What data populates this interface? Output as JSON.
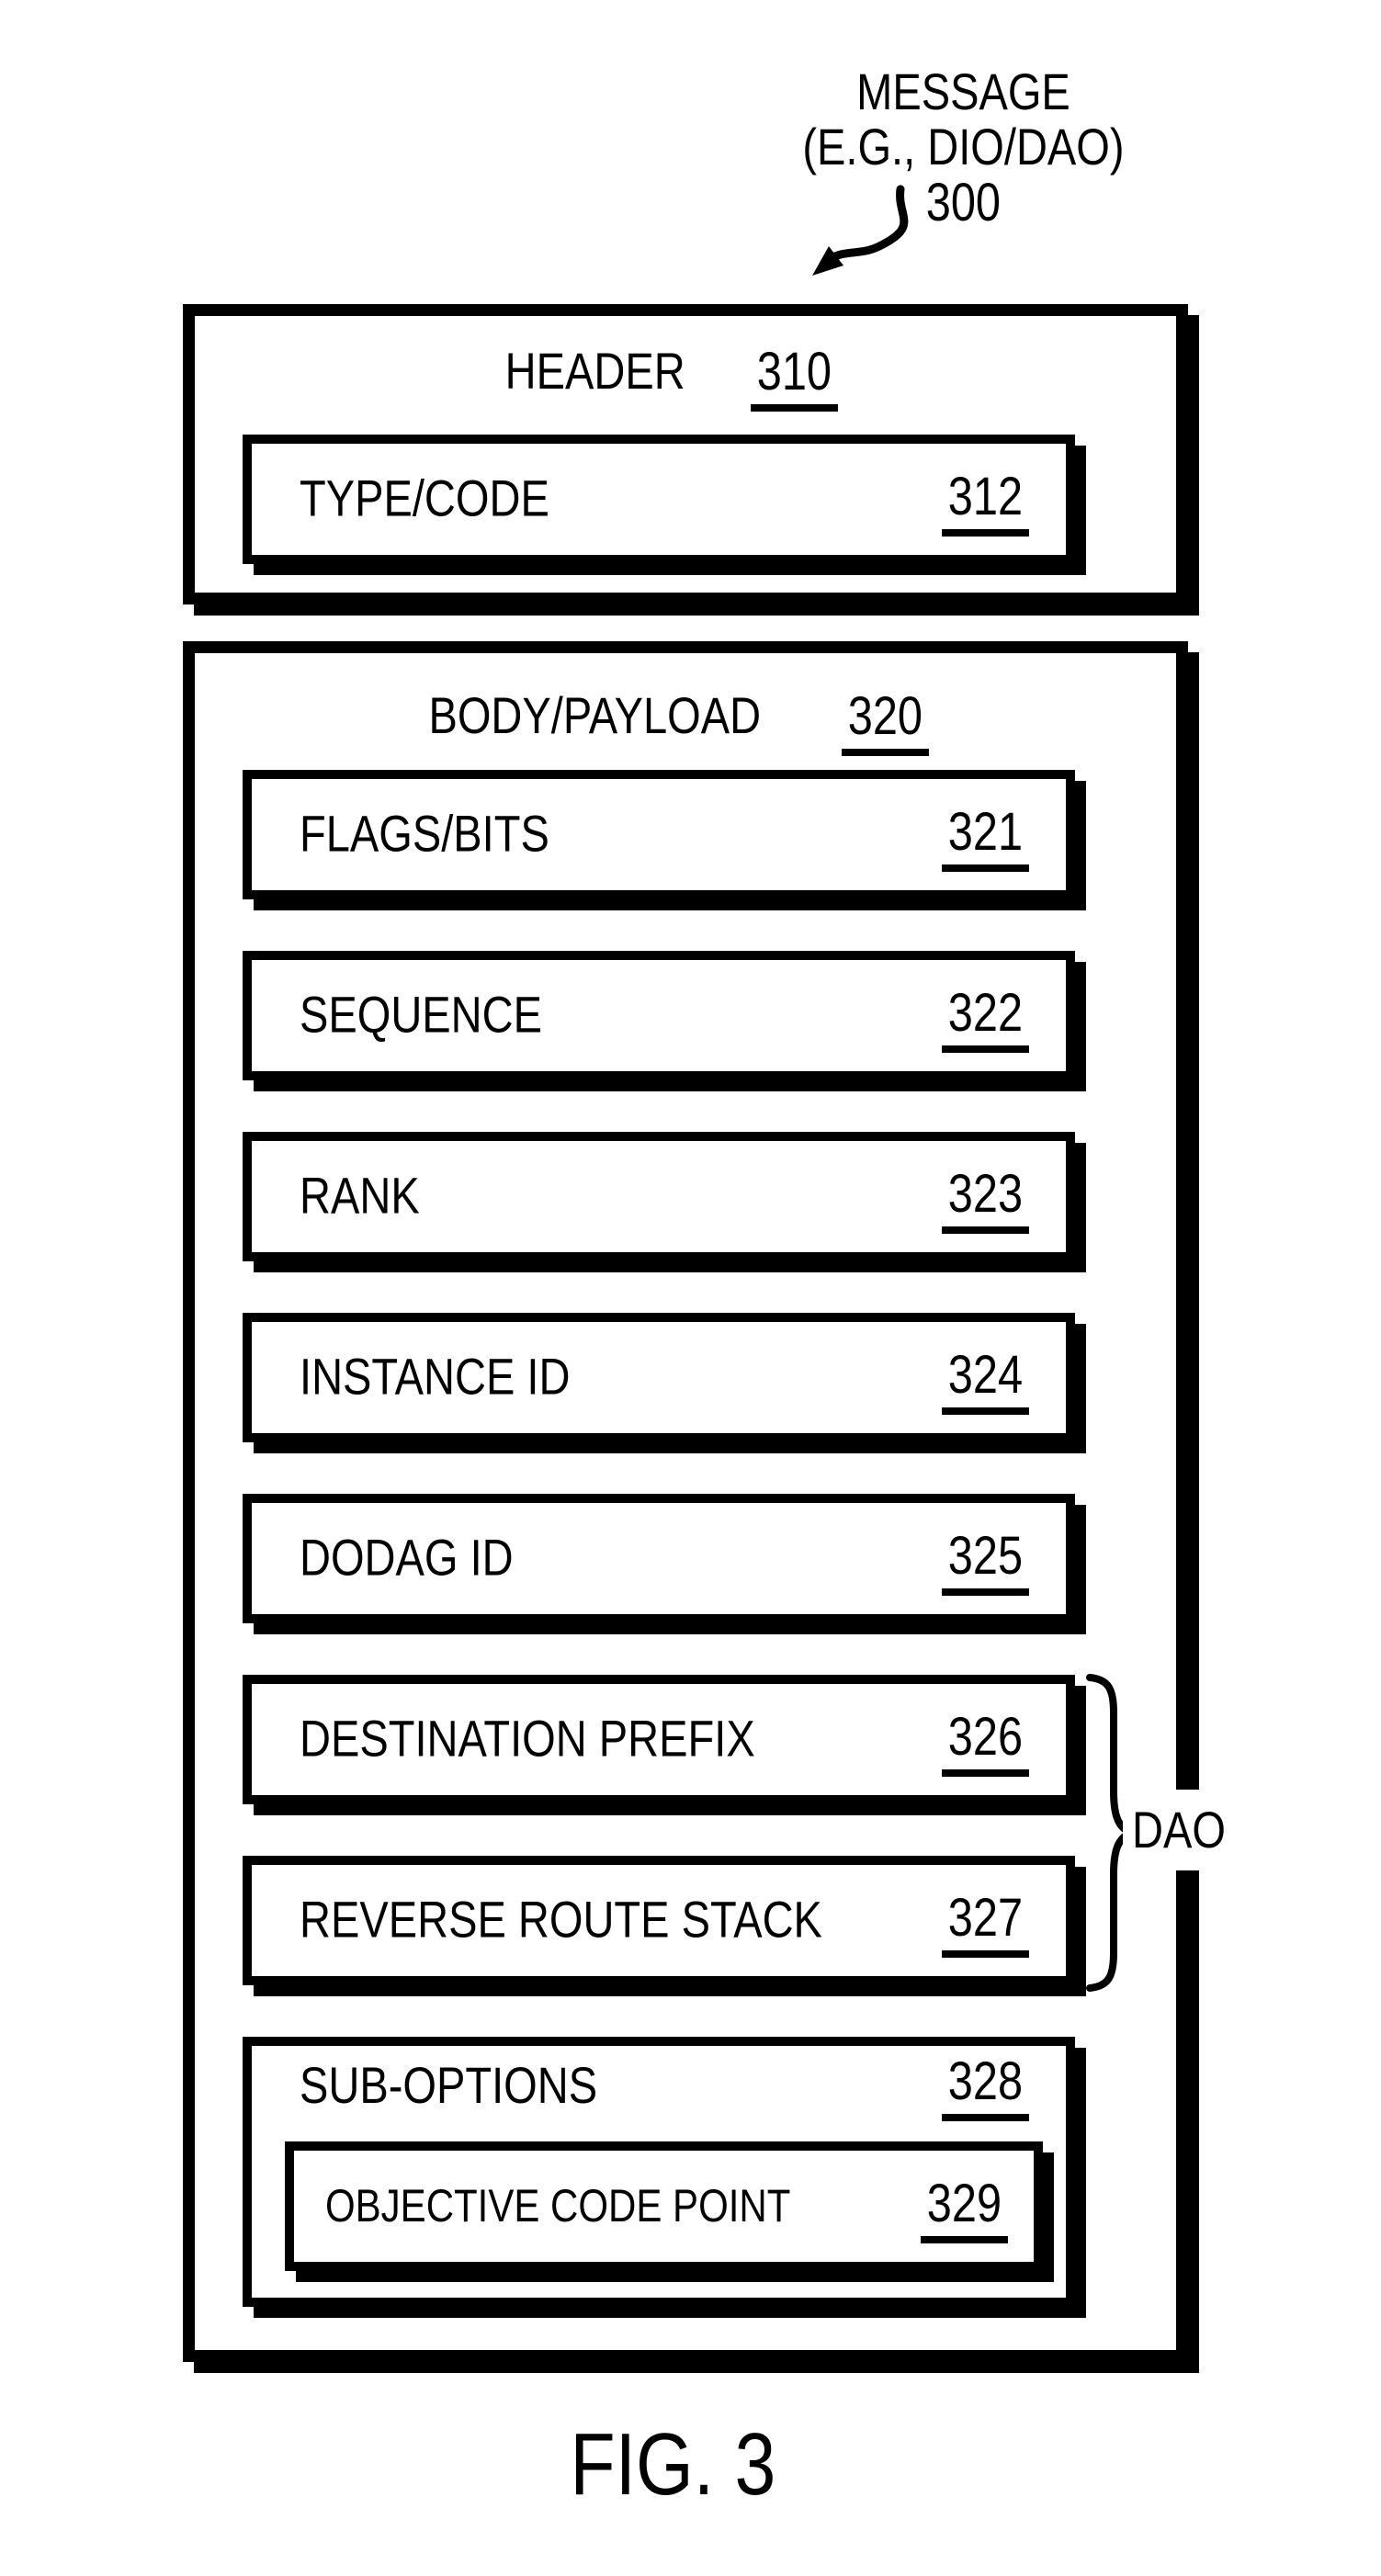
{
  "colors": {
    "ink": "#000000",
    "paper": "#ffffff"
  },
  "callout": {
    "line1": "MESSAGE",
    "line2": "(E.G., DIO/DAO)",
    "ref": "300"
  },
  "header_box": {
    "title": "HEADER",
    "ref": "310",
    "fields": [
      {
        "label": "TYPE/CODE",
        "ref": "312"
      }
    ]
  },
  "body_box": {
    "title": "BODY/PAYLOAD",
    "ref": "320",
    "fields": [
      {
        "label": "FLAGS/BITS",
        "ref": "321"
      },
      {
        "label": "SEQUENCE",
        "ref": "322"
      },
      {
        "label": "RANK",
        "ref": "323"
      },
      {
        "label": "INSTANCE ID",
        "ref": "324"
      },
      {
        "label": "DODAG ID",
        "ref": "325"
      },
      {
        "label": "DESTINATION PREFIX",
        "ref": "326"
      },
      {
        "label": "REVERSE ROUTE STACK",
        "ref": "327"
      },
      {
        "label": "SUB-OPTIONS",
        "ref": "328"
      }
    ],
    "sub_option_box": {
      "label": "OBJECTIVE CODE POINT",
      "ref": "329"
    }
  },
  "brace": {
    "label": "DAO"
  },
  "caption": "FIG. 3"
}
